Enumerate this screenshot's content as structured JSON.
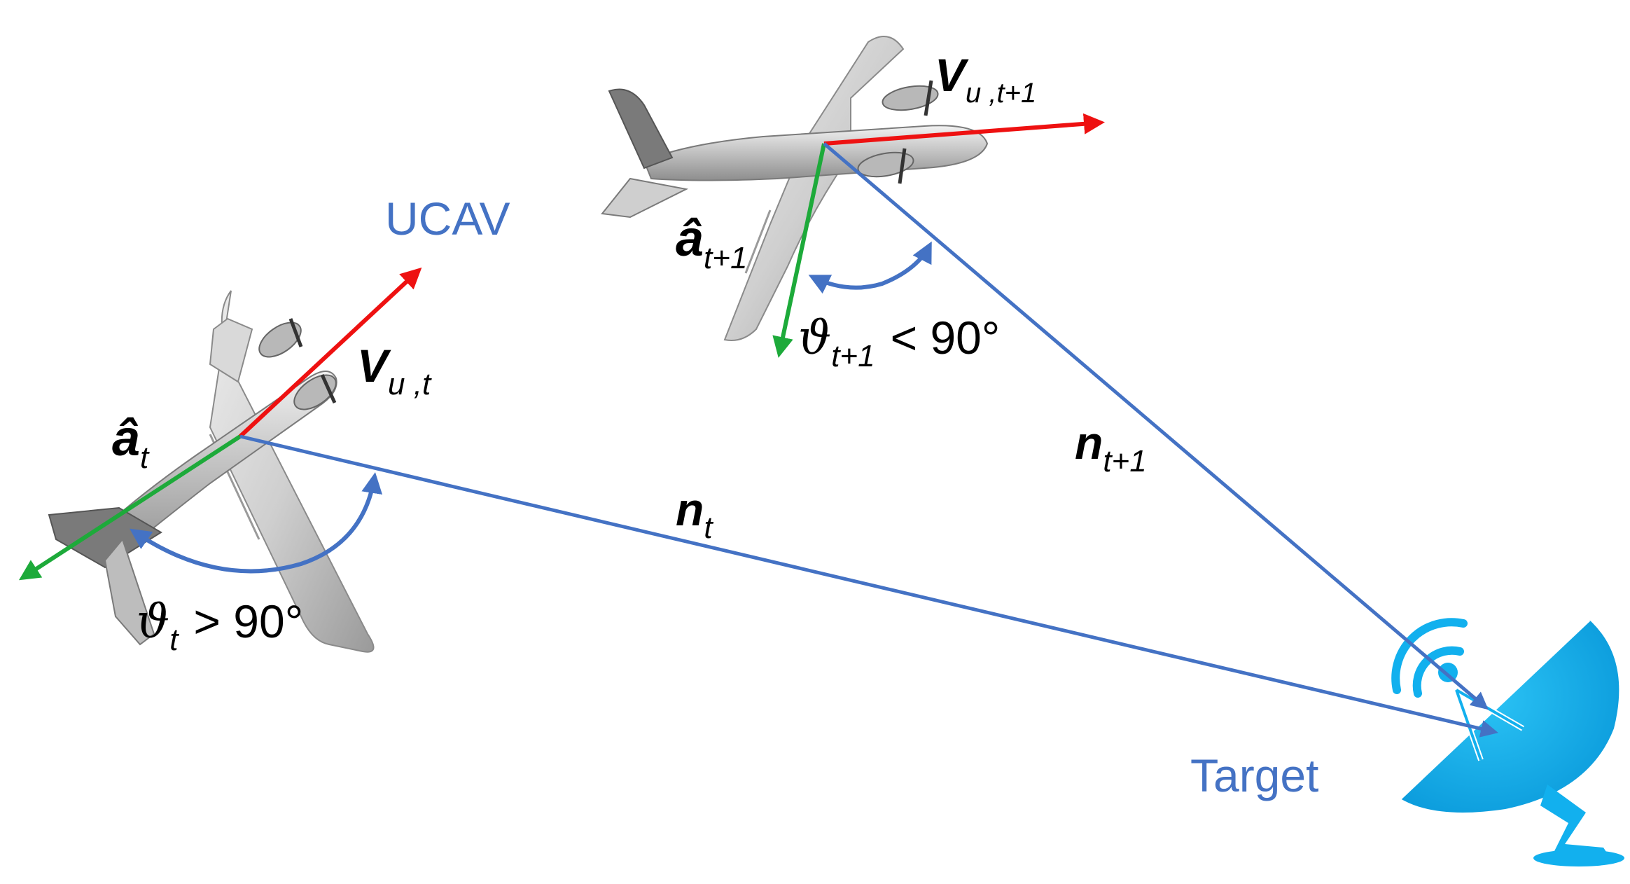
{
  "labels": {
    "ucav": "UCAV",
    "target": "Target",
    "v_t_main": "V",
    "v_t_sub": "u ,t",
    "v_t1_main": "V",
    "v_t1_sub": "u ,t+1",
    "a_t_main": "â",
    "a_t_sub": "t",
    "a_t1_main": "â",
    "a_t1_sub": "t+1",
    "n_t_main": "n",
    "n_t_sub": "t",
    "n_t1_main": "n",
    "n_t1_sub": "t+1",
    "theta_t_symbol": "ϑ",
    "theta_t_sub": "t",
    "theta_t_rel": "> 90°",
    "theta_t1_symbol": "ϑ",
    "theta_t1_sub": "t+1",
    "theta_t1_rel": "< 90°"
  },
  "colors": {
    "velocity": "#EE1111",
    "heading": "#1DAA3A",
    "line_of_sight": "#4472C4",
    "angle_arc": "#4472C4",
    "target_dish": "#12B0EE",
    "aircraft_body": "#C8C8C8",
    "aircraft_shadow": "#7A7A7A"
  },
  "icons": {
    "aircraft": "ucav-aircraft-icon",
    "target": "satellite-dish-icon"
  }
}
